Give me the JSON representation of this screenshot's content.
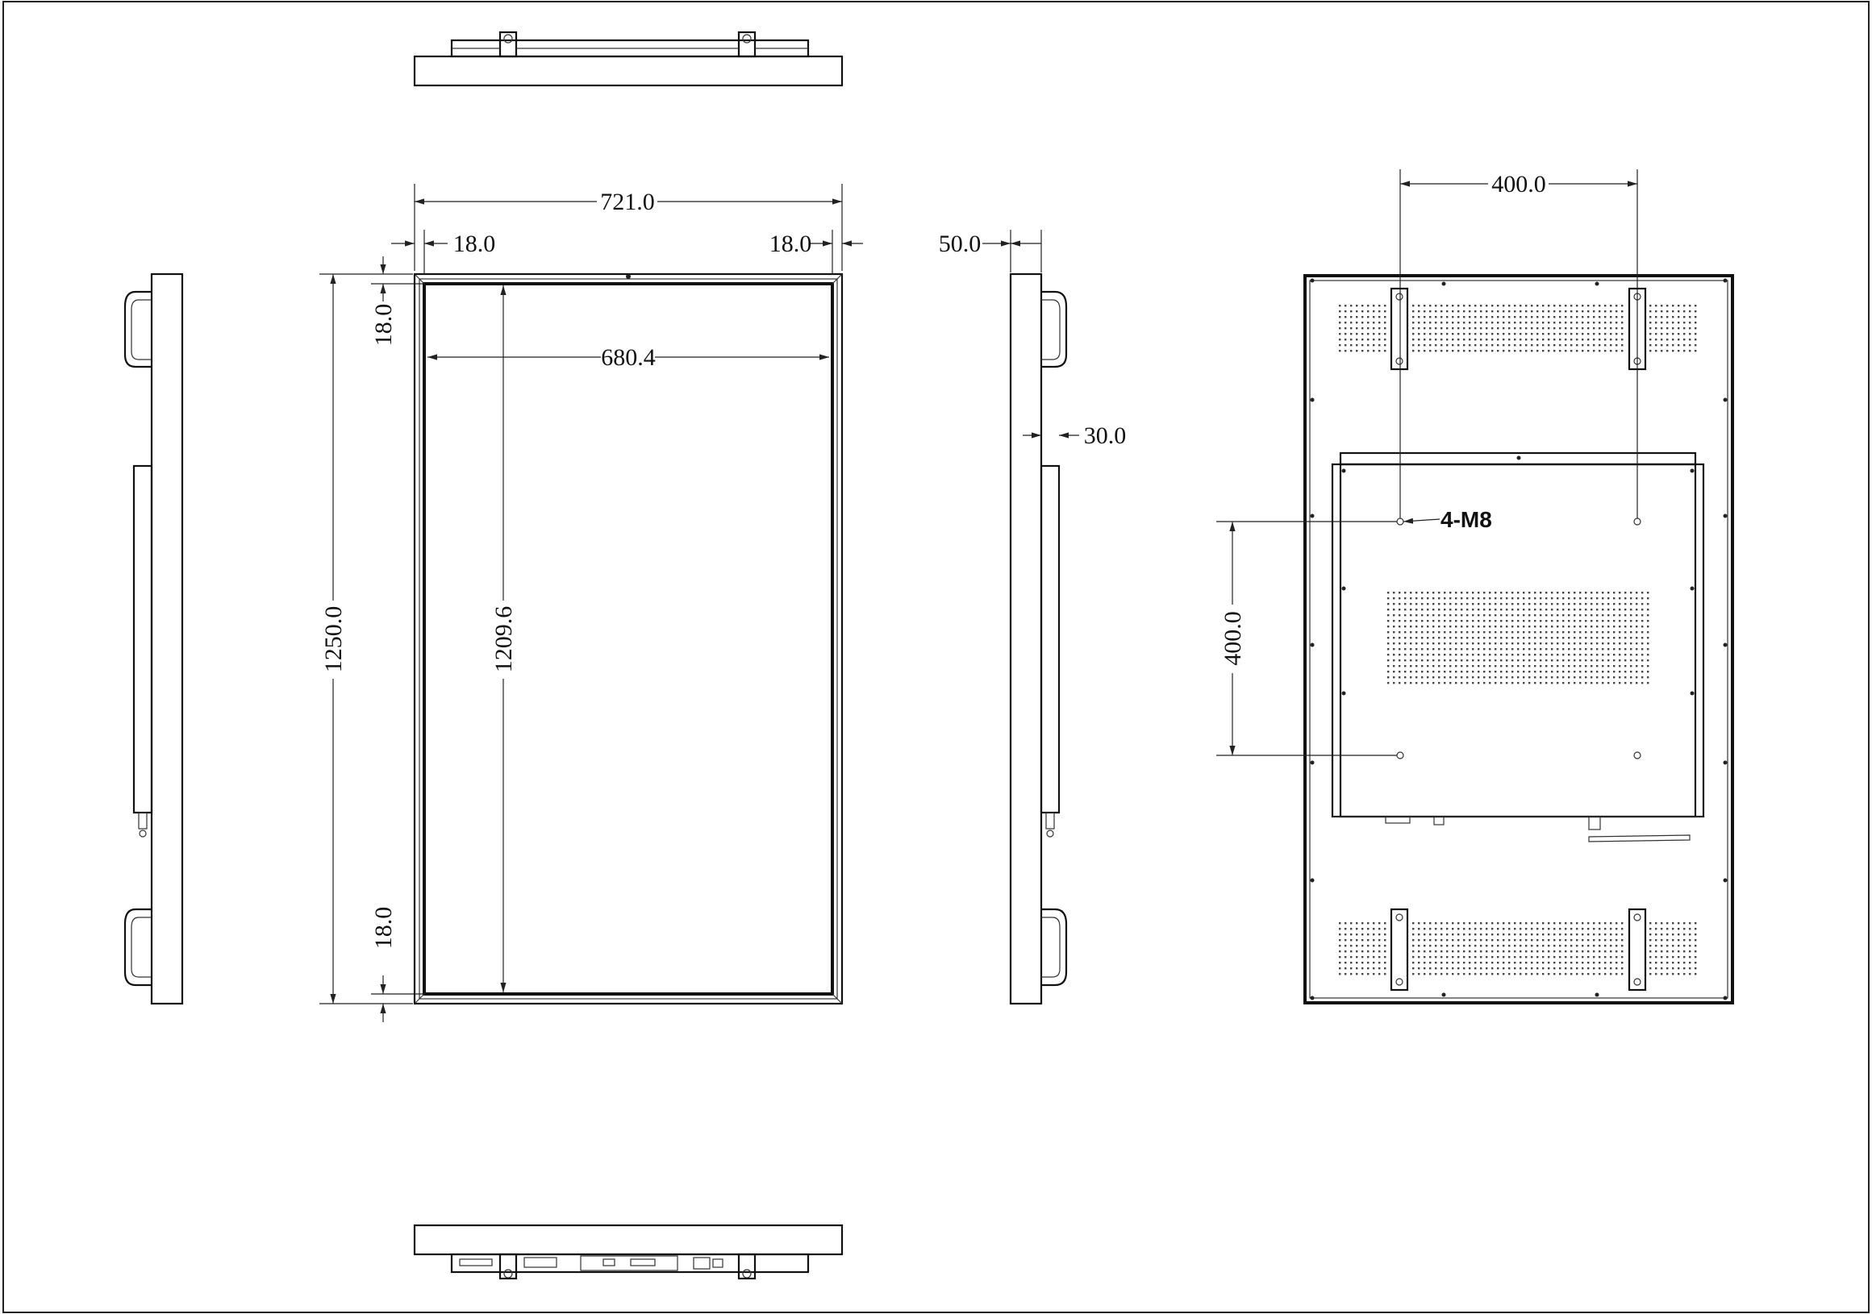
{
  "dimensions": {
    "overall_width": "721.0",
    "left_bezel": "18.0",
    "right_bezel": "18.0",
    "active_width": "680.4",
    "overall_height": "1250.0",
    "active_height": "1209.6",
    "top_bezel": "18.0",
    "bottom_bezel": "18.0",
    "depth": "50.0",
    "body_depth": "30.0",
    "vesa_horizontal": "400.0",
    "vesa_vertical": "400.0"
  },
  "notes": {
    "mount_holes": "4-M8"
  }
}
